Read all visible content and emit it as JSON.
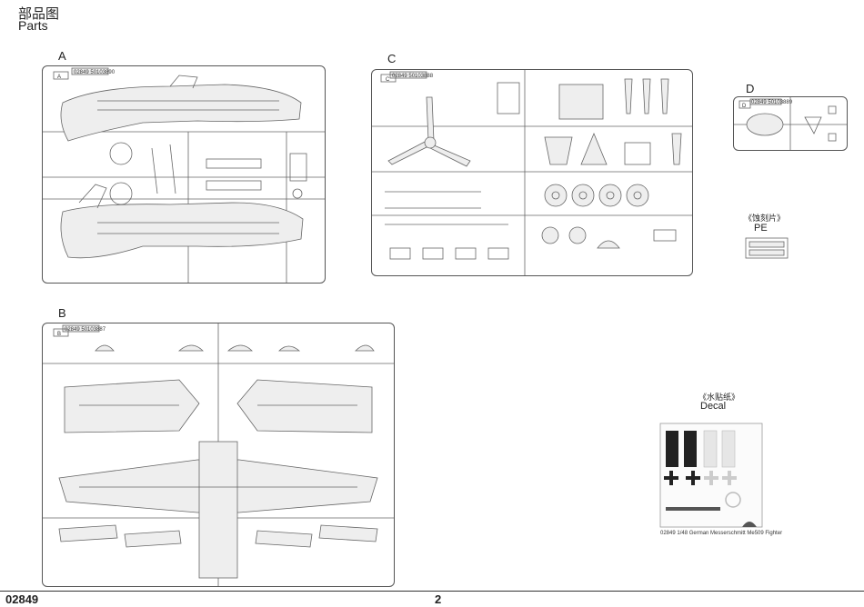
{
  "header": {
    "title_cn": "部品图",
    "title_en": "Parts"
  },
  "sprues": {
    "A": {
      "label": "A",
      "code": "02849 50103890",
      "tag": "A"
    },
    "B": {
      "label": "B",
      "code": "02849 50103887",
      "tag": "B"
    },
    "C": {
      "label": "C",
      "code": "02849 50103888",
      "tag": "C"
    },
    "D": {
      "label": "D",
      "code": "02849 50103889",
      "tag": "D"
    }
  },
  "pe": {
    "label_cn": "《蚀刻片》",
    "label_en": "PE"
  },
  "decal": {
    "label_cn": "《水贴纸》",
    "label_en": "Decal",
    "caption": "02849 1/48 German Messerschmitt Me509 Fighter"
  },
  "footer": {
    "code": "02849",
    "page": "2"
  }
}
